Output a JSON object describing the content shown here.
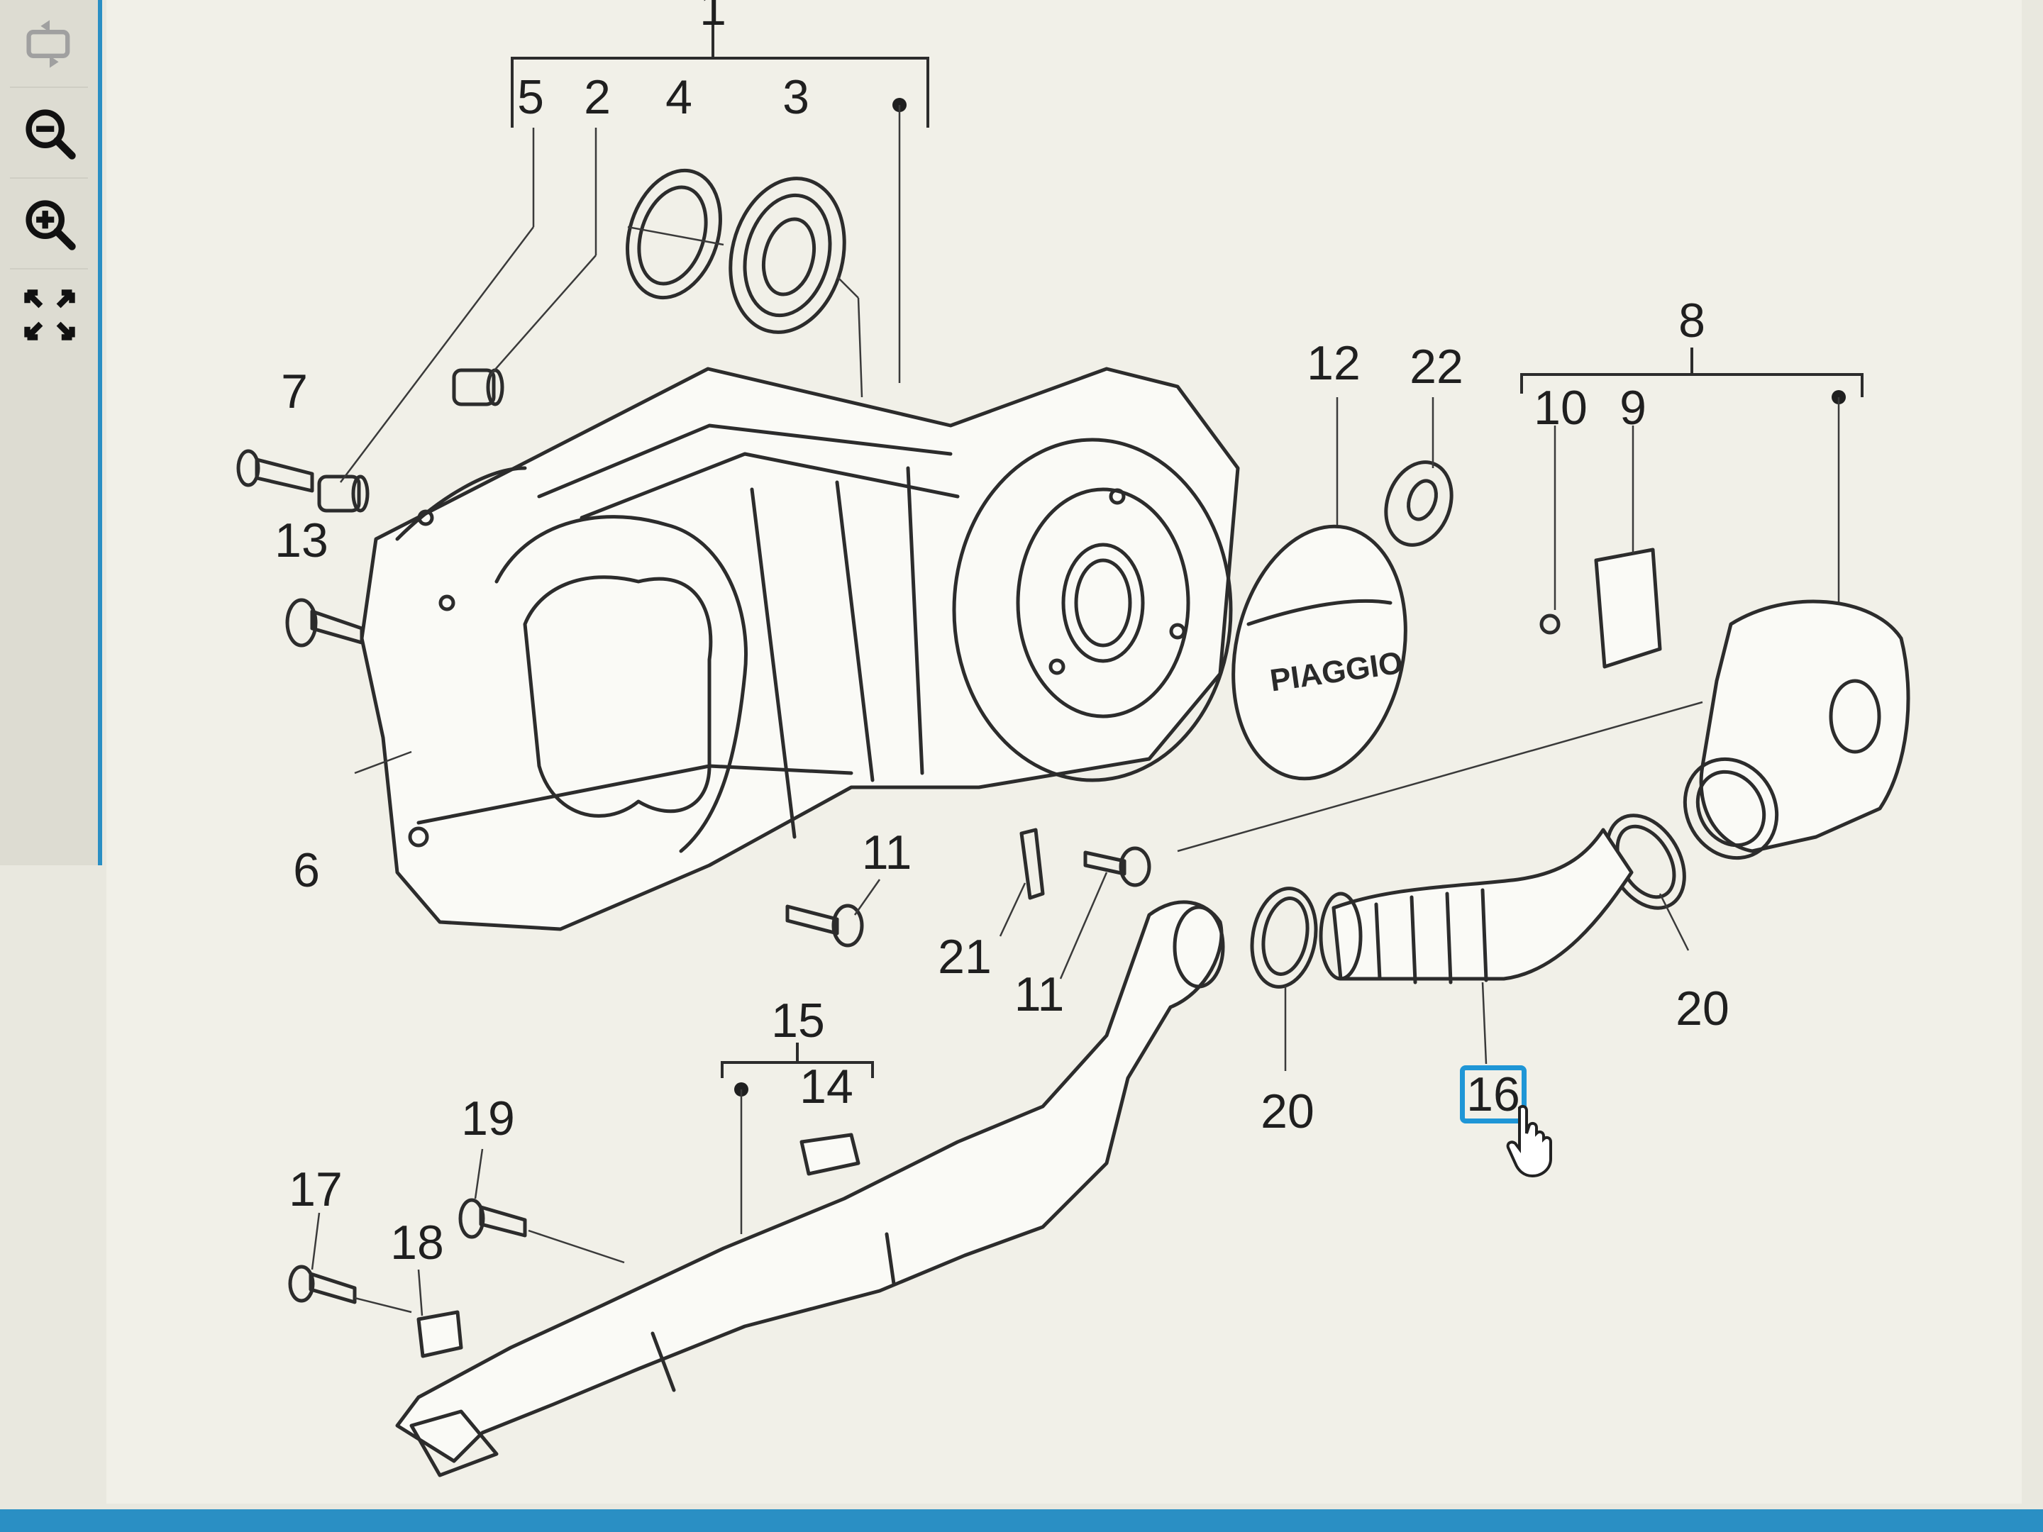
{
  "toolbar": {
    "tools": [
      {
        "name": "rotate-icon"
      },
      {
        "name": "zoom-out-icon"
      },
      {
        "name": "zoom-in-icon"
      },
      {
        "name": "fit-screen-icon"
      }
    ]
  },
  "diagram": {
    "brand_text": "PIAGGIO",
    "labels": {
      "l1": "1",
      "l2": "2",
      "l3": "3",
      "l4": "4",
      "l5": "5",
      "l6": "6",
      "l7": "7",
      "l8": "8",
      "l9": "9",
      "l10": "10",
      "l11a": "11",
      "l11b": "11",
      "l12": "12",
      "l13": "13",
      "l14": "14",
      "l15": "15",
      "l17": "17",
      "l18": "18",
      "l19": "19",
      "l20a": "20",
      "l20b": "20",
      "l21": "21",
      "l22": "22"
    },
    "selected_part": "16"
  },
  "colors": {
    "accent": "#1f96d6",
    "background": "#f1f0e8"
  }
}
